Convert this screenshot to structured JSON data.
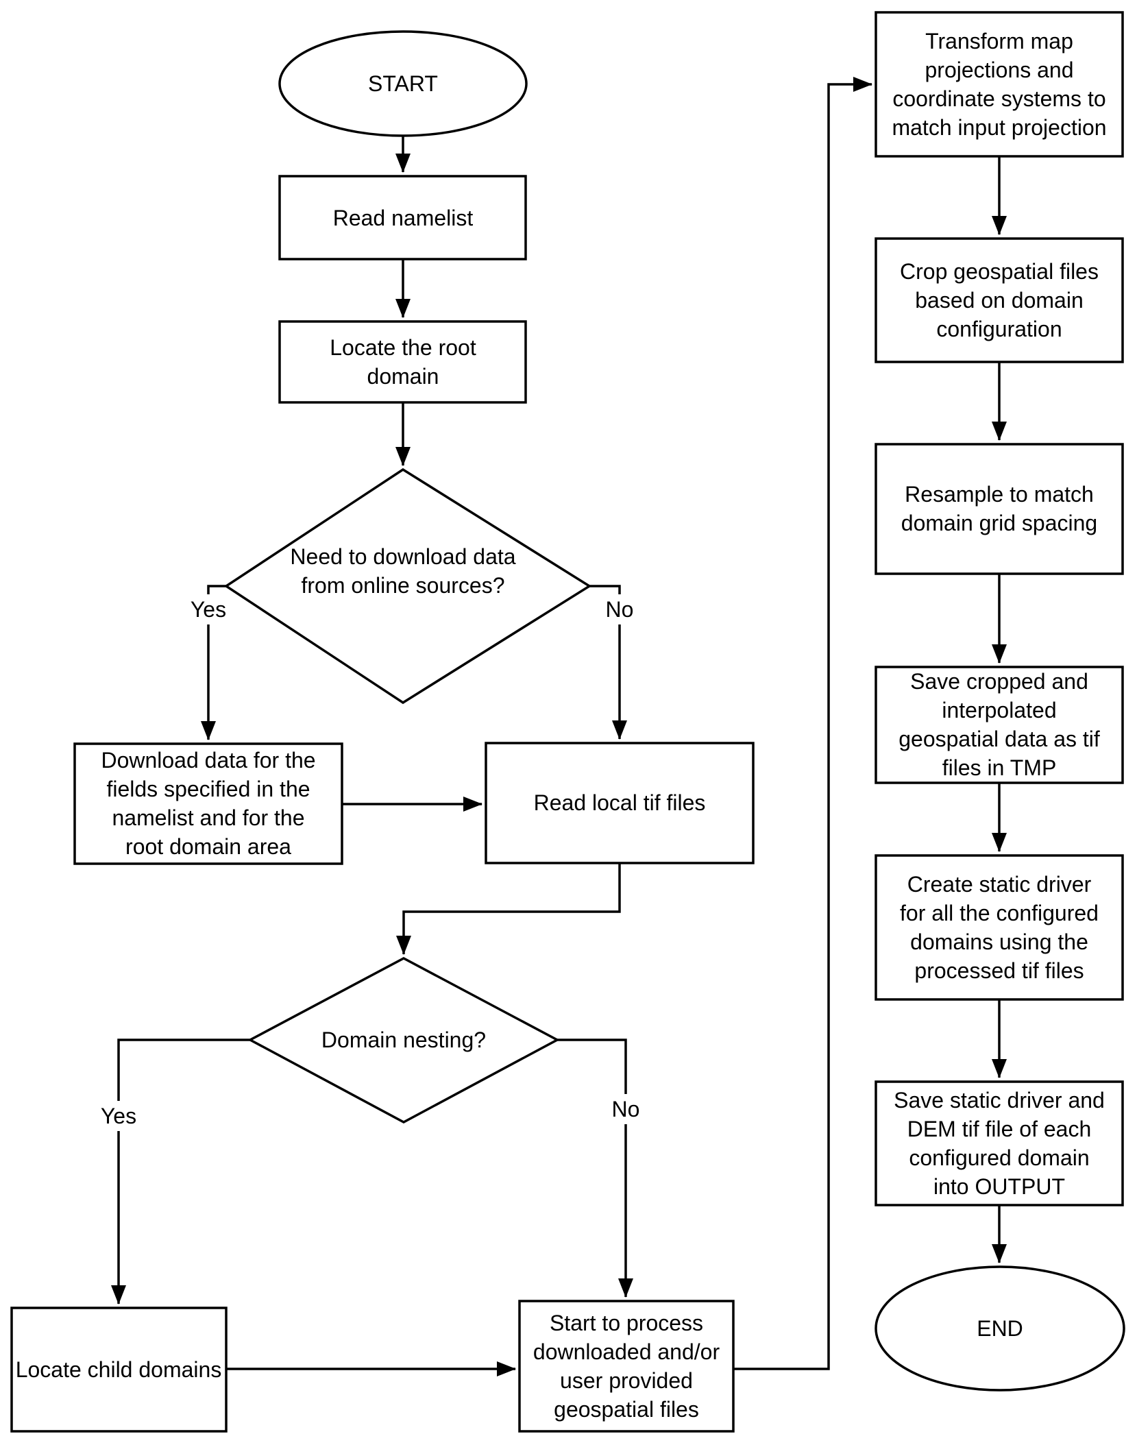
{
  "flowchart": {
    "colors": {
      "ink": "#000000",
      "paper": "#ffffff"
    },
    "nodes": {
      "start": {
        "shape": "terminator",
        "lines": [
          "START"
        ]
      },
      "read_namelist": {
        "shape": "process",
        "lines": [
          "Read namelist"
        ]
      },
      "locate_root": {
        "shape": "process",
        "lines": [
          "Locate the root",
          "domain"
        ]
      },
      "need_download": {
        "shape": "decision",
        "lines": [
          "Need to download data",
          "from online sources?"
        ]
      },
      "download_data": {
        "shape": "process",
        "lines": [
          "Download data for the",
          "fields specified in the",
          "namelist and for the",
          "root domain area"
        ]
      },
      "read_local_tif": {
        "shape": "process",
        "lines": [
          "Read local tif files"
        ]
      },
      "domain_nesting": {
        "shape": "decision",
        "lines": [
          "Domain nesting?"
        ]
      },
      "locate_child": {
        "shape": "process",
        "lines": [
          "Locate child domains"
        ]
      },
      "start_process": {
        "shape": "process",
        "lines": [
          "Start to process",
          "downloaded and/or",
          "user provided",
          "geospatial files"
        ]
      },
      "transform_proj": {
        "shape": "process",
        "lines": [
          "Transform map",
          "projections and",
          "coordinate systems to",
          "match input projection"
        ]
      },
      "crop_files": {
        "shape": "process",
        "lines": [
          "Crop geospatial files",
          "based on domain",
          "configuration"
        ]
      },
      "resample": {
        "shape": "process",
        "lines": [
          "Resample to match",
          "domain grid spacing"
        ]
      },
      "save_tmp": {
        "shape": "process",
        "lines": [
          "Save cropped and",
          "interpolated",
          "geospatial data as tif",
          "files in TMP"
        ]
      },
      "create_driver": {
        "shape": "process",
        "lines": [
          "Create static driver",
          "for all the configured",
          "domains using the",
          "processed tif files"
        ]
      },
      "save_output": {
        "shape": "process",
        "lines": [
          "Save static driver and",
          "DEM tif file of each",
          "configured domain",
          "into OUTPUT"
        ]
      },
      "end": {
        "shape": "terminator",
        "lines": [
          "END"
        ]
      }
    },
    "branch_labels": {
      "need_download_yes": "Yes",
      "need_download_no": "No",
      "domain_nesting_yes": "Yes",
      "domain_nesting_no": "No"
    }
  }
}
